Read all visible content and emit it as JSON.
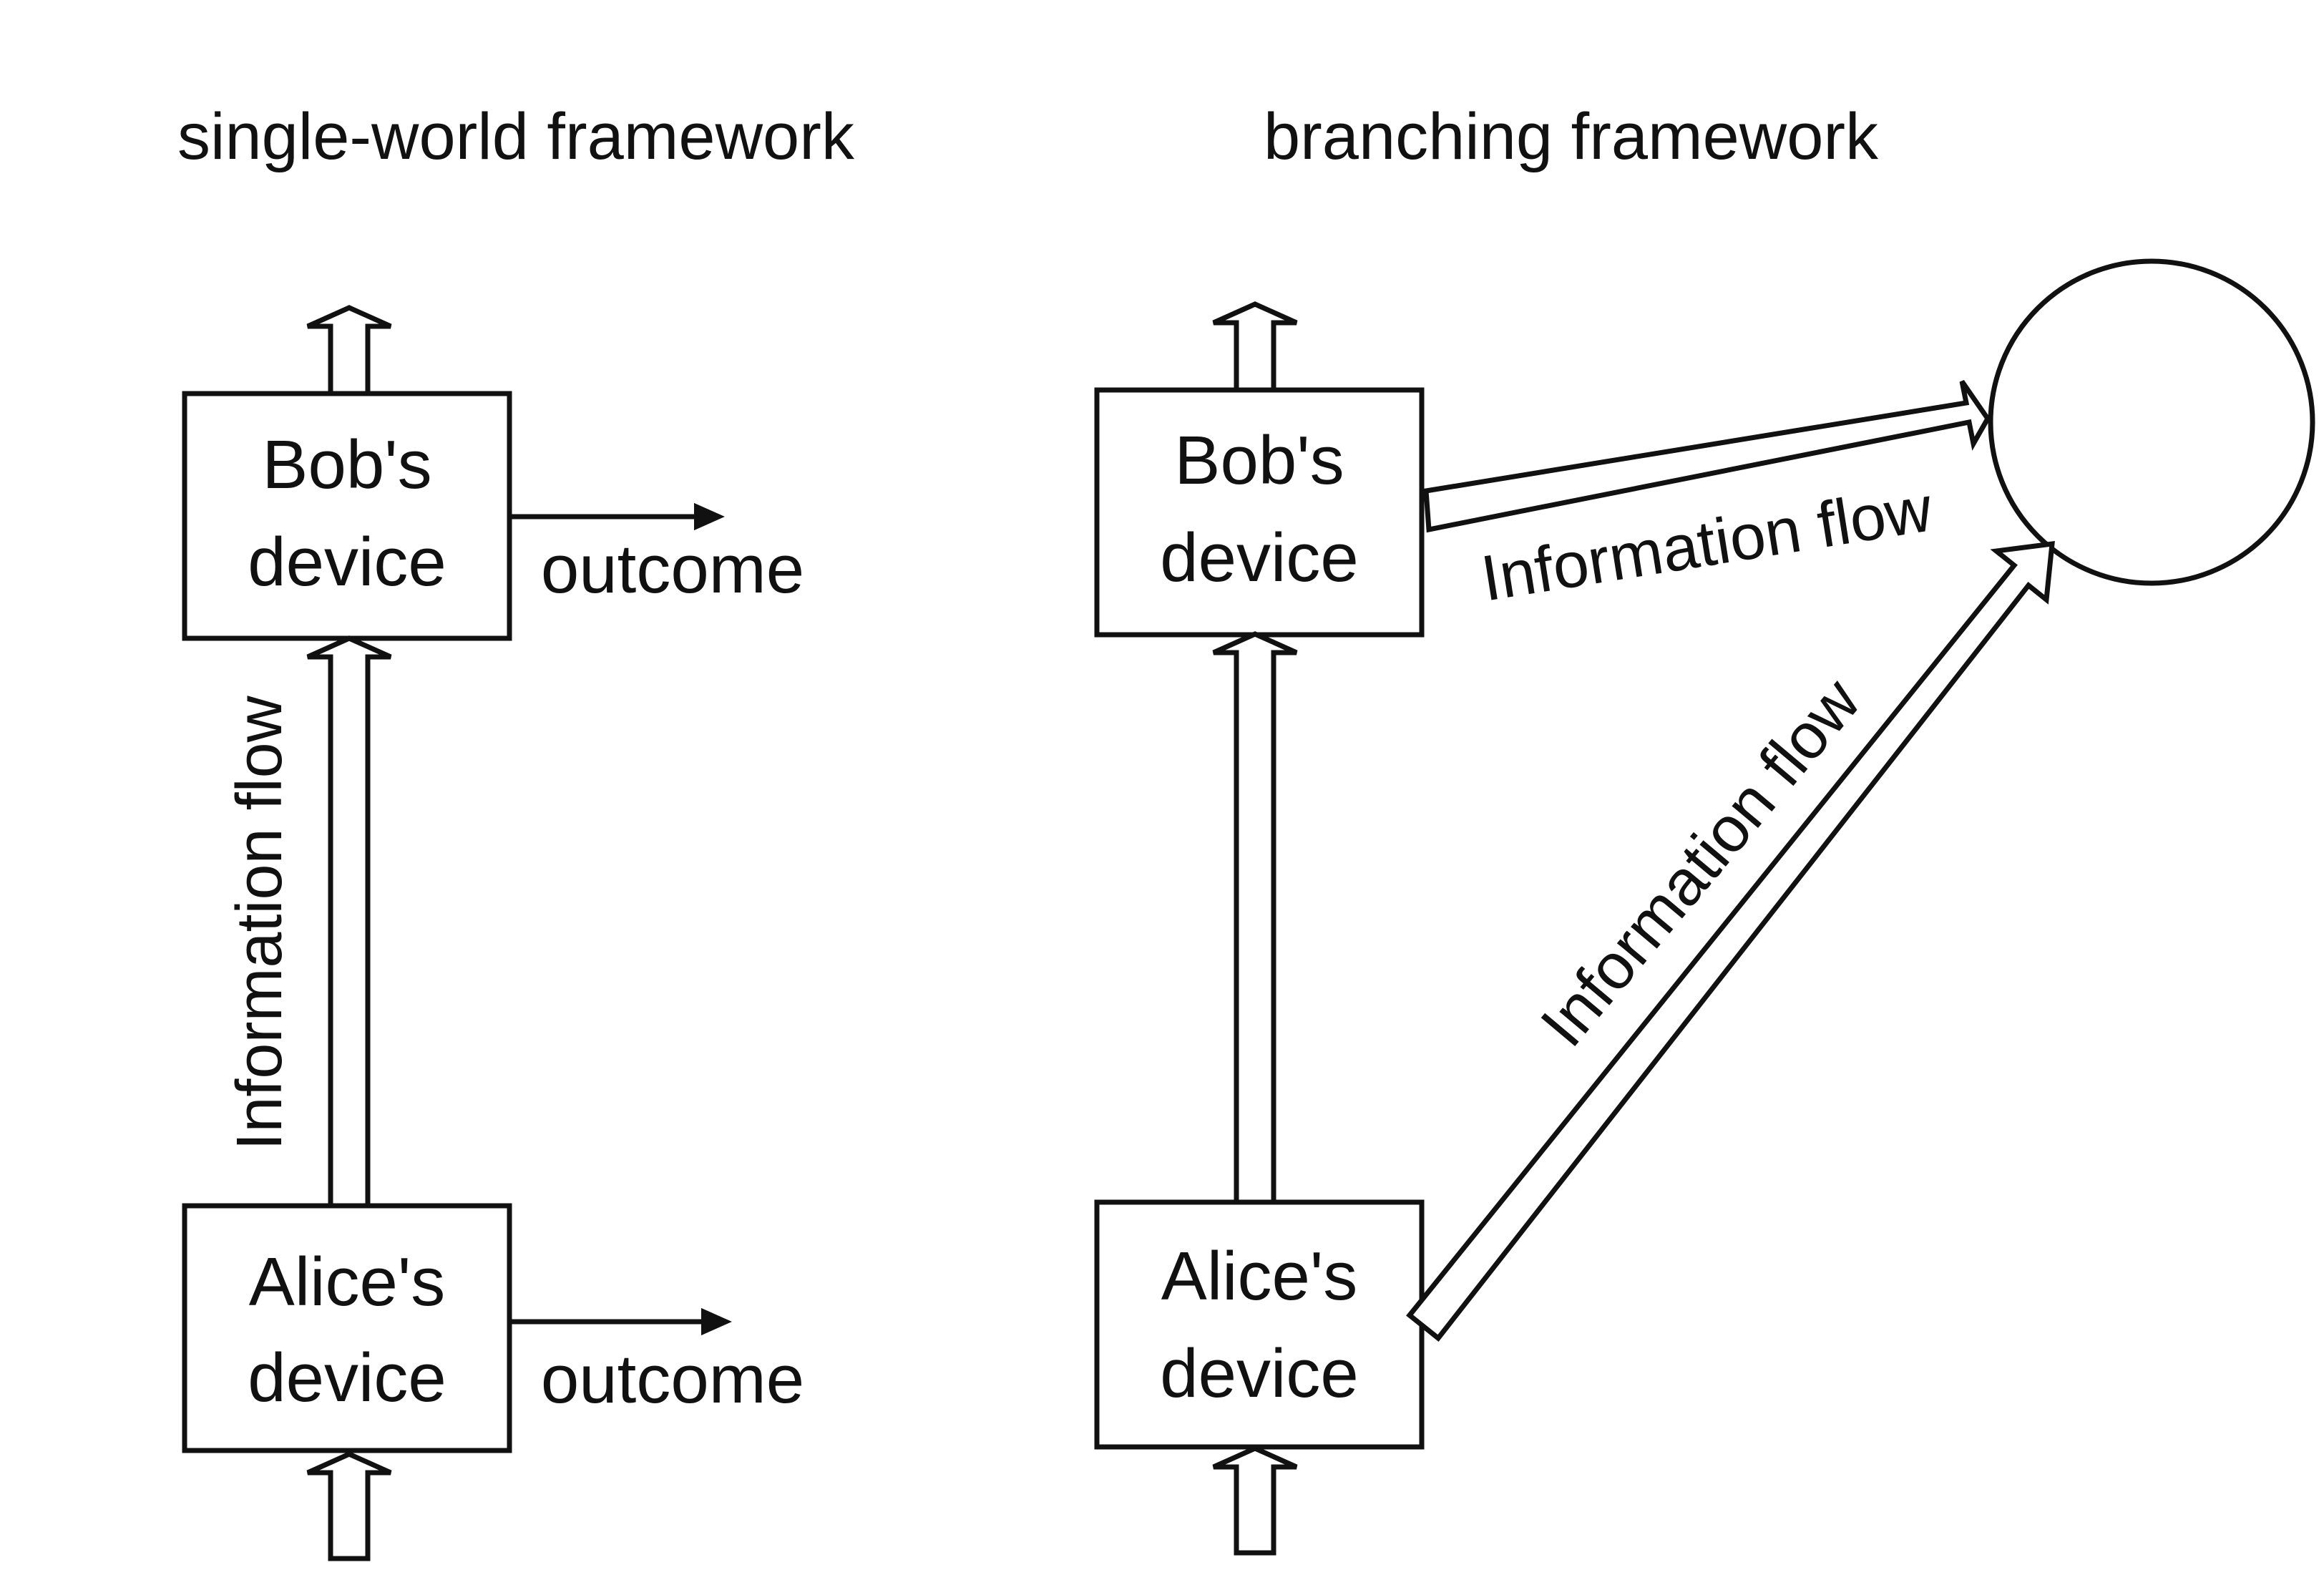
{
  "left": {
    "title": "single-world framework",
    "bob_line1": "Bob's",
    "bob_line2": "device",
    "alice_line1": "Alice's",
    "alice_line2": "device",
    "bob_outcome": "outcome",
    "alice_outcome": "outcome",
    "flow_label": "Information flow"
  },
  "right": {
    "title": "branching framework",
    "bob_line1": "Bob's",
    "bob_line2": "device",
    "alice_line1": "Alice's",
    "alice_line2": "device",
    "flow_label_top": "Information flow",
    "flow_label_diagonal": "Information flow"
  },
  "colors": {
    "stroke": "#111111",
    "background": "#ffffff"
  }
}
